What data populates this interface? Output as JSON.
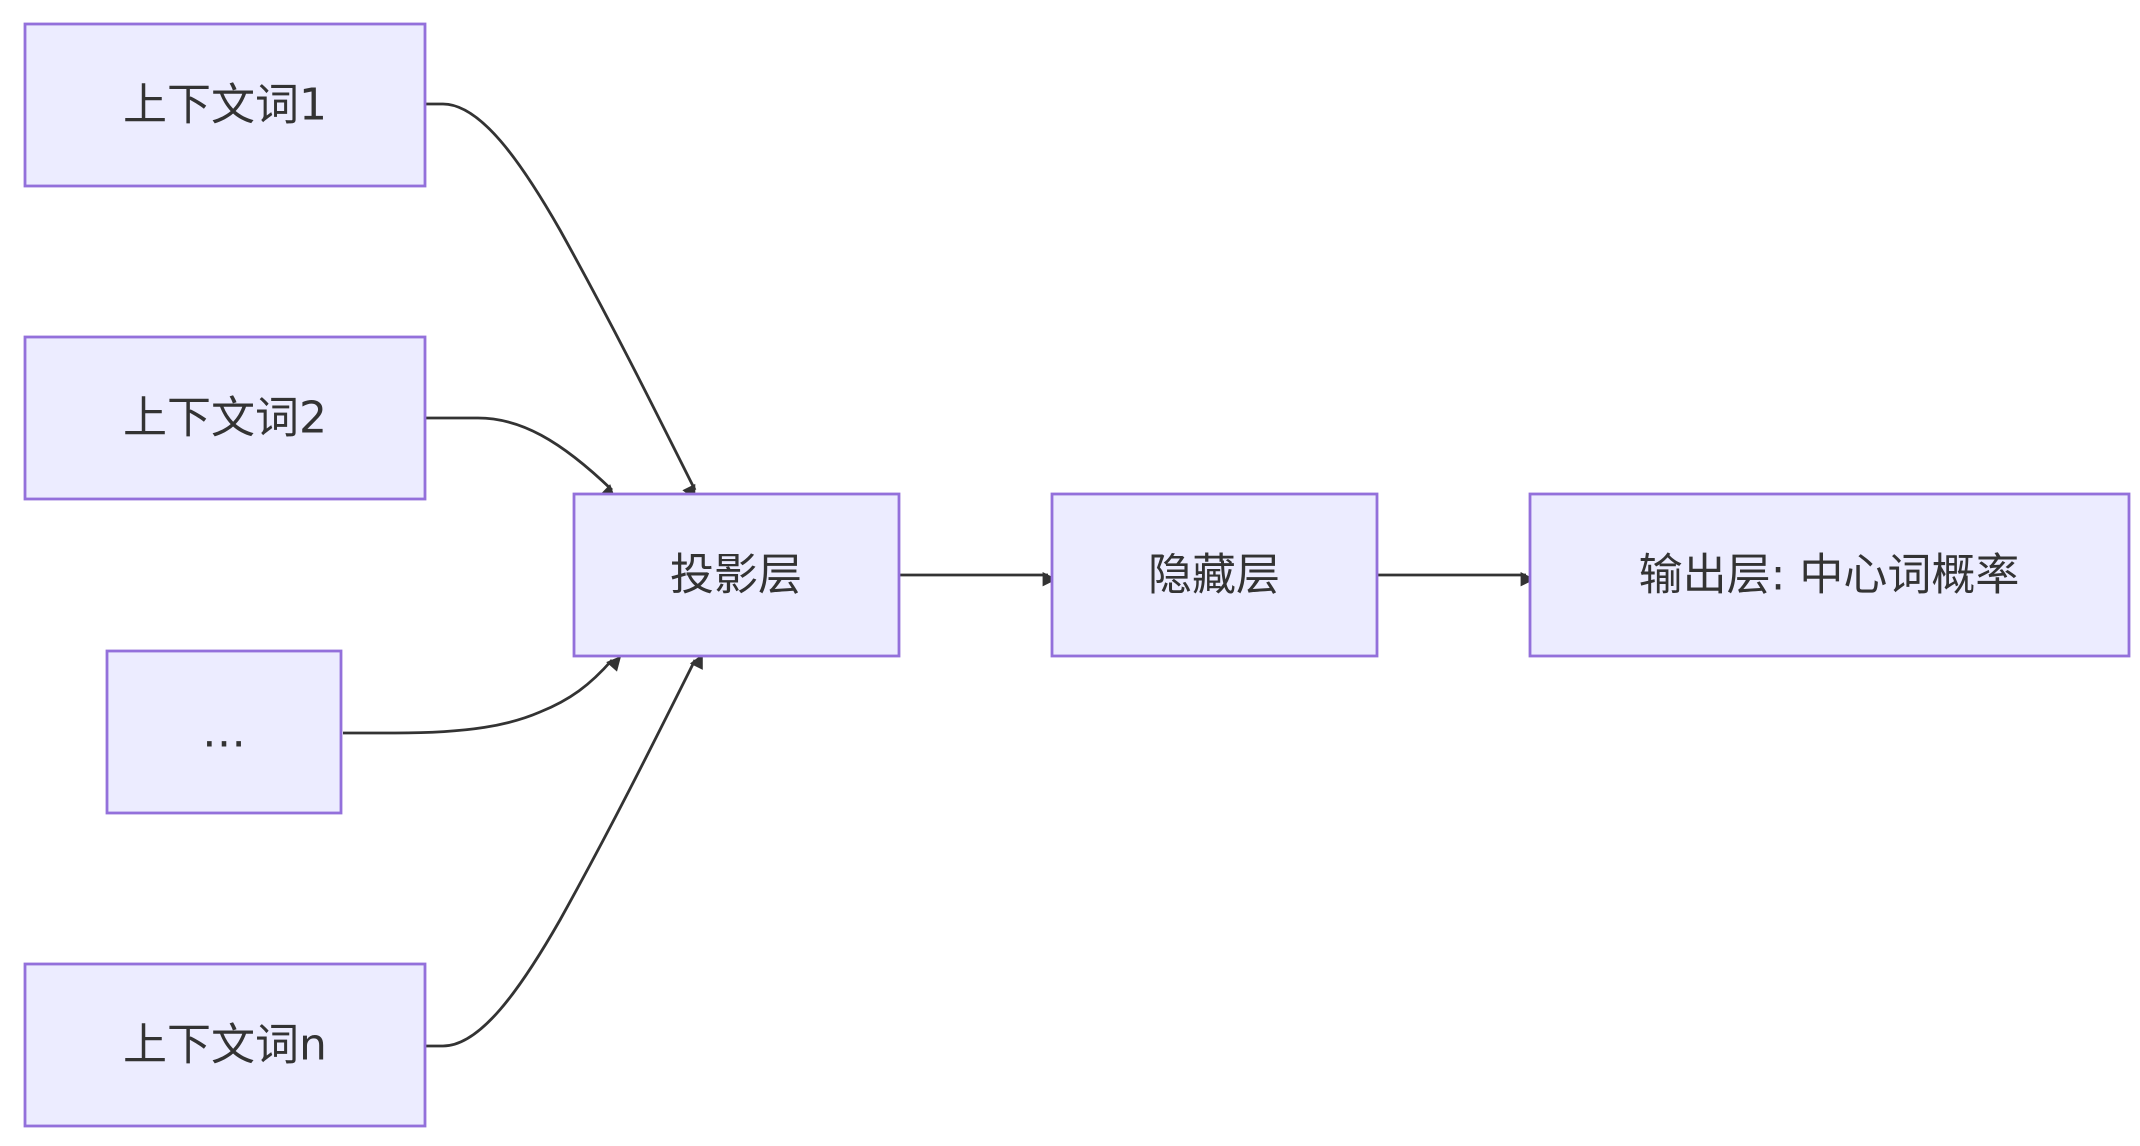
{
  "diagram": {
    "nodes": {
      "context1": {
        "label": "上下文词1"
      },
      "context2": {
        "label": "上下文词2"
      },
      "ellipsis": {
        "label": "…"
      },
      "contextn": {
        "label": "上下文词n"
      },
      "projection": {
        "label": "投影层"
      },
      "hidden": {
        "label": "隐藏层"
      },
      "output": {
        "label": "输出层: 中心词概率"
      }
    },
    "edges": [
      {
        "from": "context1",
        "to": "projection"
      },
      {
        "from": "context2",
        "to": "projection"
      },
      {
        "from": "ellipsis",
        "to": "projection"
      },
      {
        "from": "contextn",
        "to": "projection"
      },
      {
        "from": "projection",
        "to": "hidden"
      },
      {
        "from": "hidden",
        "to": "output"
      }
    ],
    "colors": {
      "node_fill": "#ECECFF",
      "node_stroke": "#9370DB",
      "edge": "#333333",
      "text": "#333333"
    }
  }
}
